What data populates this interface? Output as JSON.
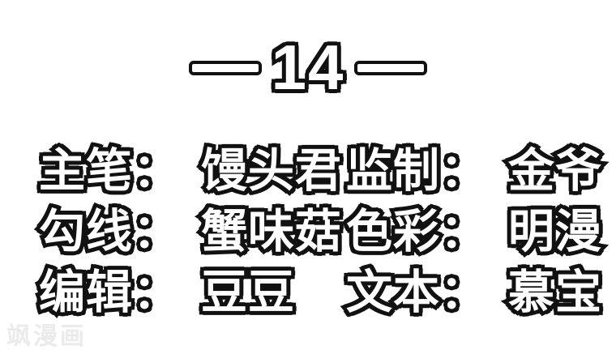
{
  "page": {
    "background_color": "#ffffff",
    "text_fill_color": "#ffffff",
    "text_outline_color": "#111111",
    "watermark_color": "#ebebeb"
  },
  "title": {
    "chapter_number": "14"
  },
  "credits": {
    "rows": [
      {
        "left": {
          "role": "主笔：",
          "name": "馒头君"
        },
        "right": {
          "role": "监制：",
          "name": "金爷"
        }
      },
      {
        "left": {
          "role": "勾线：",
          "name": "蟹味菇"
        },
        "right": {
          "role": "色彩：",
          "name": "明漫"
        }
      },
      {
        "left": {
          "role": "编辑：",
          "name": "豆豆"
        },
        "right": {
          "role": "文本：",
          "name": "慕宝"
        }
      }
    ]
  },
  "watermark": {
    "text": "飒漫画"
  }
}
